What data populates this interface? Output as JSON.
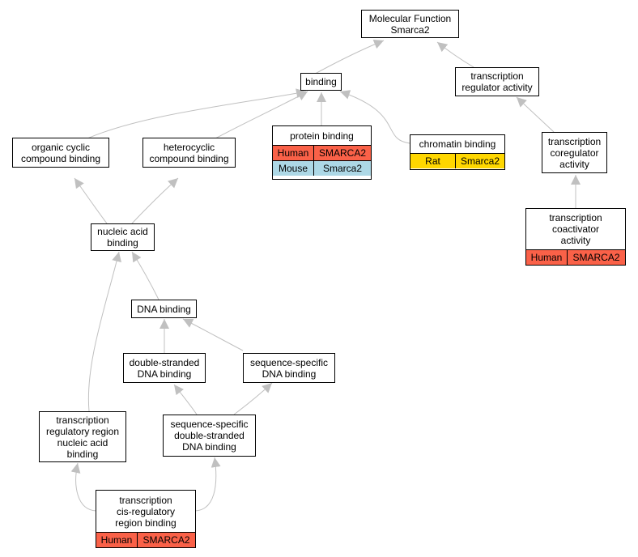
{
  "colors": {
    "edge": "#c0c0c0",
    "Human": "#fa6148",
    "Mouse": "#add8e6",
    "Rat": "#ffd700"
  },
  "nodes": {
    "mf": {
      "lines": [
        "Molecular Function",
        "Smarca2"
      ]
    },
    "binding": {
      "lines": [
        "binding"
      ]
    },
    "tra": {
      "lines": [
        "transcription",
        "regulator activity"
      ]
    },
    "ocb": {
      "lines": [
        "organic cyclic",
        "compound binding"
      ]
    },
    "hcb": {
      "lines": [
        "heterocyclic",
        "compound binding"
      ]
    },
    "pb": {
      "lines": [
        "protein binding"
      ],
      "annotations": [
        {
          "organism": "Human",
          "gene": "SMARCA2"
        },
        {
          "organism": "Mouse",
          "gene": "Smarca2"
        }
      ]
    },
    "cb": {
      "lines": [
        "chromatin binding"
      ],
      "annotations": [
        {
          "organism": "Rat",
          "gene": "Smarca2"
        }
      ]
    },
    "tca": {
      "lines": [
        "transcription",
        "coregulator",
        "activity"
      ]
    },
    "tcoa": {
      "lines": [
        "transcription",
        "coactivator",
        "activity"
      ],
      "annotations": [
        {
          "organism": "Human",
          "gene": "SMARCA2"
        }
      ]
    },
    "nab": {
      "lines": [
        "nucleic acid",
        "binding"
      ]
    },
    "dnab": {
      "lines": [
        "DNA binding"
      ]
    },
    "dsdna": {
      "lines": [
        "double-stranded",
        "DNA binding"
      ]
    },
    "ssdna": {
      "lines": [
        "sequence-specific",
        "DNA binding"
      ]
    },
    "trr": {
      "lines": [
        "transcription",
        "regulatory region",
        "nucleic acid",
        "binding"
      ]
    },
    "ssds": {
      "lines": [
        "sequence-specific",
        "double-stranded",
        "DNA binding"
      ]
    },
    "tcis": {
      "lines": [
        "transcription",
        "cis-regulatory",
        "region binding"
      ],
      "annotations": [
        {
          "organism": "Human",
          "gene": "SMARCA2"
        }
      ]
    }
  }
}
